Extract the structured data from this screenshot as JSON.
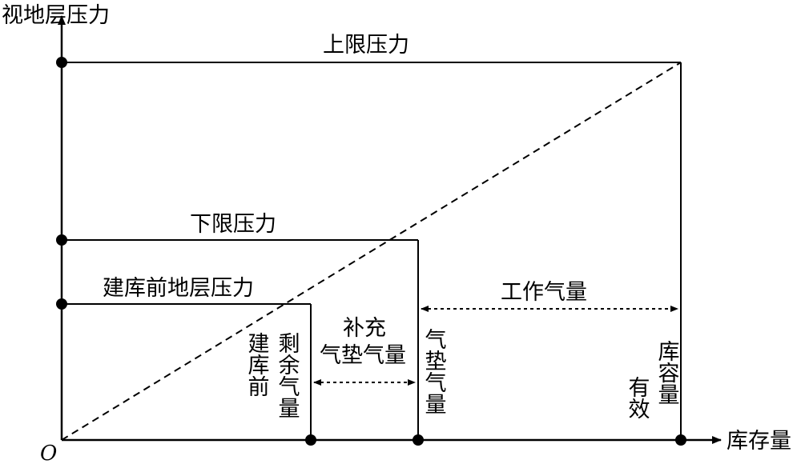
{
  "axes": {
    "y_label": "视地层压力",
    "x_label": "库存量",
    "origin": "O"
  },
  "levels": {
    "upper": "上限压力",
    "lower": "下限压力",
    "initial": "建库前地层压力"
  },
  "spans": {
    "working_gas": "工作气量",
    "supplement_line1": "补充",
    "supplement_line2": "气垫气量"
  },
  "verticals": {
    "remaining_col1": "建库前",
    "remaining_col2": "剩余气量",
    "cushion": "气垫气量",
    "effective_col1": "有效",
    "effective_col2": "库容量"
  }
}
